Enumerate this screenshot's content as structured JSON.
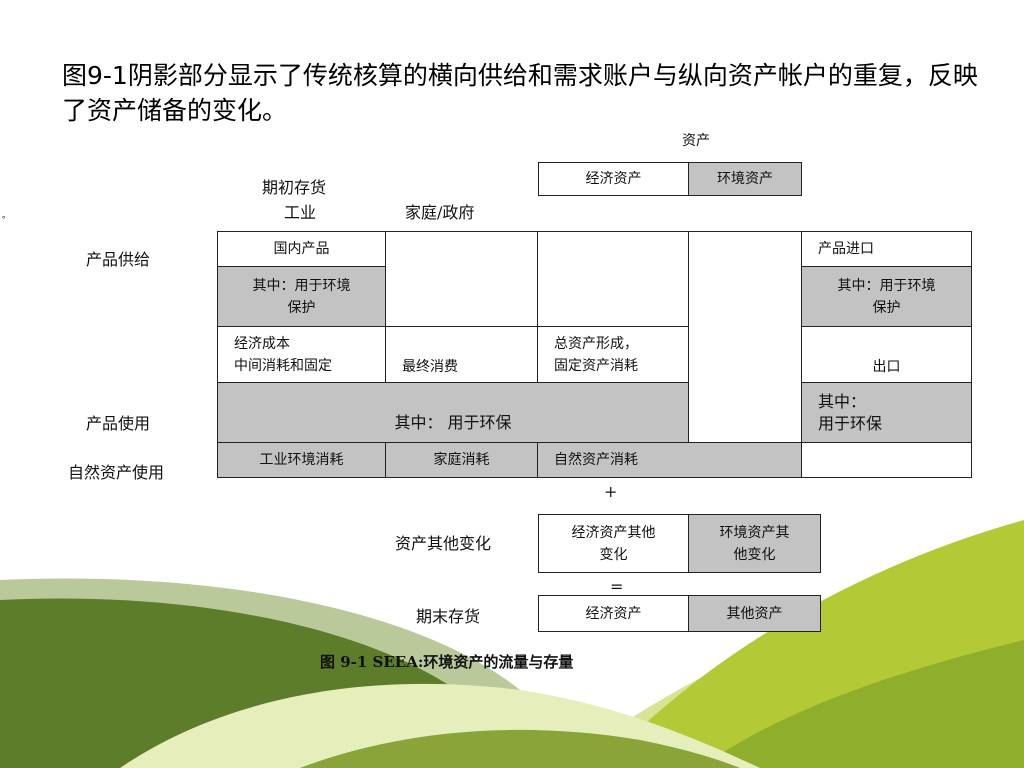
{
  "title": "图9-1阴影部分显示了传统核算的横向供给和需求账户与纵向资产帐户的重复，反映了资产储备的变化。",
  "stray_mark": "。",
  "header": {
    "assets": "资产",
    "opening_stock": "期初存货",
    "industry": "工业",
    "household_gov": "家庭/政府",
    "econ_assets": "经济资产",
    "env_assets": "环境资产"
  },
  "row_labels": {
    "product_supply": "产品供给",
    "product_use": "产品使用",
    "natural_asset_use": "自然资产使用",
    "other_changes": "资产其他变化",
    "closing_stock": "期末存货"
  },
  "cells": {
    "domestic_product": "国内产品",
    "product_import": "产品进口",
    "env_protect_1": "其中：用于环境\n保护",
    "env_protect_2": "其中：用于环境\n保护",
    "econ_cost": "经济成本\n中间消耗和固定",
    "final_consumption": "最终消费",
    "capital_formation": "总资产形成，\n固定资产消耗",
    "export": "出口",
    "env_use_wide": "其中：  用于环保",
    "env_use_right": "其中：\n    用于环保",
    "industry_env": "工业环境消耗",
    "household_env": "家庭消耗",
    "natural_env": "自然资产消耗",
    "other_econ": "经济资产其他\n变化",
    "other_env": "环境资产其\n他变化",
    "close_econ": "经济资产",
    "close_other": "其他资产"
  },
  "symbols": {
    "plus": "+",
    "equals": "="
  },
  "caption": "图 9-1  SEEA:环境资产的流量与存量",
  "colors": {
    "shade": "#c3c3c3",
    "green_dark": "#6b8a2e",
    "green_light": "#b8cf3a",
    "green_pale": "#dfe9a0"
  }
}
